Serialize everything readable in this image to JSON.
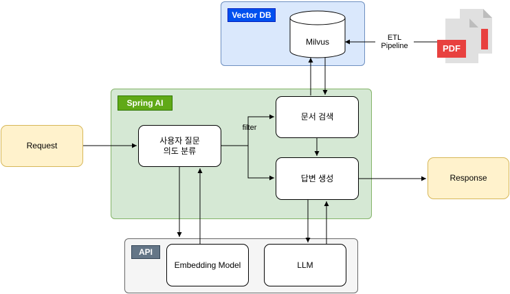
{
  "groups": {
    "vector_db": "Vector DB",
    "spring_ai": "Spring AI",
    "api": "API"
  },
  "nodes": {
    "milvus": "Milvus",
    "pdf": "PDF",
    "request": "Request",
    "classify_line1": "사용자 질문",
    "classify_line2": "의도 분류",
    "doc_search": "문서 검색",
    "answer_gen": "답변 생성",
    "response": "Response",
    "embedding_model": "Embedding Model",
    "llm": "LLM"
  },
  "edge_labels": {
    "etl_line1": "ETL",
    "etl_line2": "Pipeline",
    "filter": "filter"
  },
  "colors": {
    "vector_db_fill": "#dae8fc",
    "vector_db_tag": "#0050ef",
    "spring_ai_fill": "#d5e8d4",
    "spring_ai_tag": "#60a917",
    "api_fill": "#f5f5f5",
    "api_tag": "#647687",
    "terminal_fill": "#fff2cc",
    "pdf_red": "#e8413f"
  }
}
